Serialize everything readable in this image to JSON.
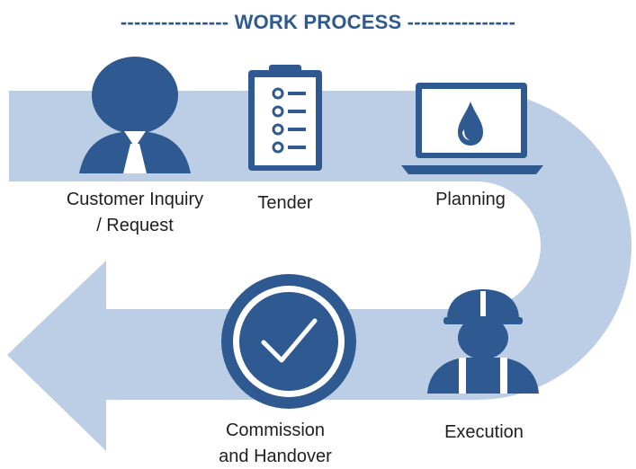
{
  "title": "---------------- WORK PROCESS ----------------",
  "colors": {
    "primary": "#2e5a91",
    "band": "#bccee6",
    "text": "#1f1f1f",
    "icon_light": "#ffffff"
  },
  "steps": [
    {
      "id": "customer-inquiry",
      "icon": "person-icon",
      "lines": [
        "Customer Inquiry",
        "/ Request"
      ]
    },
    {
      "id": "tender",
      "icon": "clipboard-icon",
      "lines": [
        "Tender"
      ]
    },
    {
      "id": "planning",
      "icon": "laptop-drop-icon",
      "lines": [
        "Planning"
      ]
    },
    {
      "id": "execution",
      "icon": "worker-hardhat-icon",
      "lines": [
        "Execution"
      ]
    },
    {
      "id": "commission-handover",
      "icon": "checkmark-circle-icon",
      "lines": [
        "Commission",
        "and Handover"
      ]
    }
  ]
}
